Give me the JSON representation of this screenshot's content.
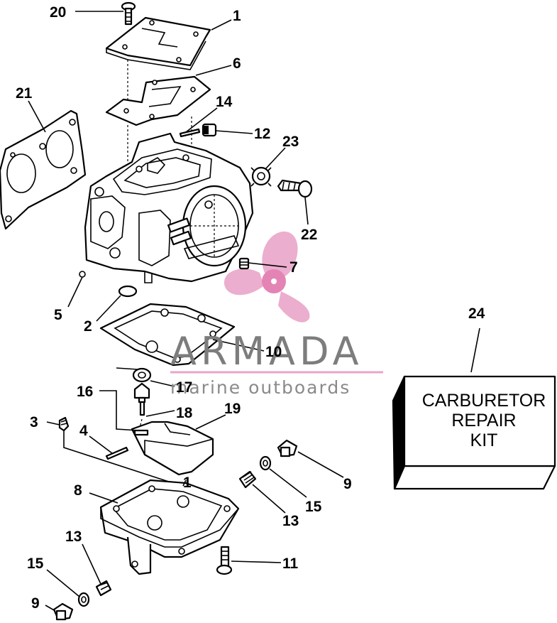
{
  "callouts": {
    "c20": "20",
    "c1a": "1",
    "c6": "6",
    "c21": "21",
    "c14": "14",
    "c12": "12",
    "c23": "23",
    "c22": "22",
    "c7": "7",
    "c5": "5",
    "c2": "2",
    "c10": "10",
    "c24": "24",
    "c16": "16",
    "c17": "17",
    "c18": "18",
    "c19": "19",
    "c3": "3",
    "c4": "4",
    "c9a": "9",
    "c15a": "15",
    "c13a": "13",
    "c8": "8",
    "c1b": "1",
    "c13b": "13",
    "c11": "11",
    "c15b": "15",
    "c9b": "9"
  },
  "kit_box": {
    "line1": "CARBURETOR",
    "line2": "REPAIR",
    "line3": "KIT"
  },
  "watermark": {
    "brand": "ARMADA",
    "tagline": "marine outboards",
    "logo_color": "#e9a6c9",
    "logo_center_color": "#e277ad",
    "divider_color": "#e9a6c9"
  }
}
